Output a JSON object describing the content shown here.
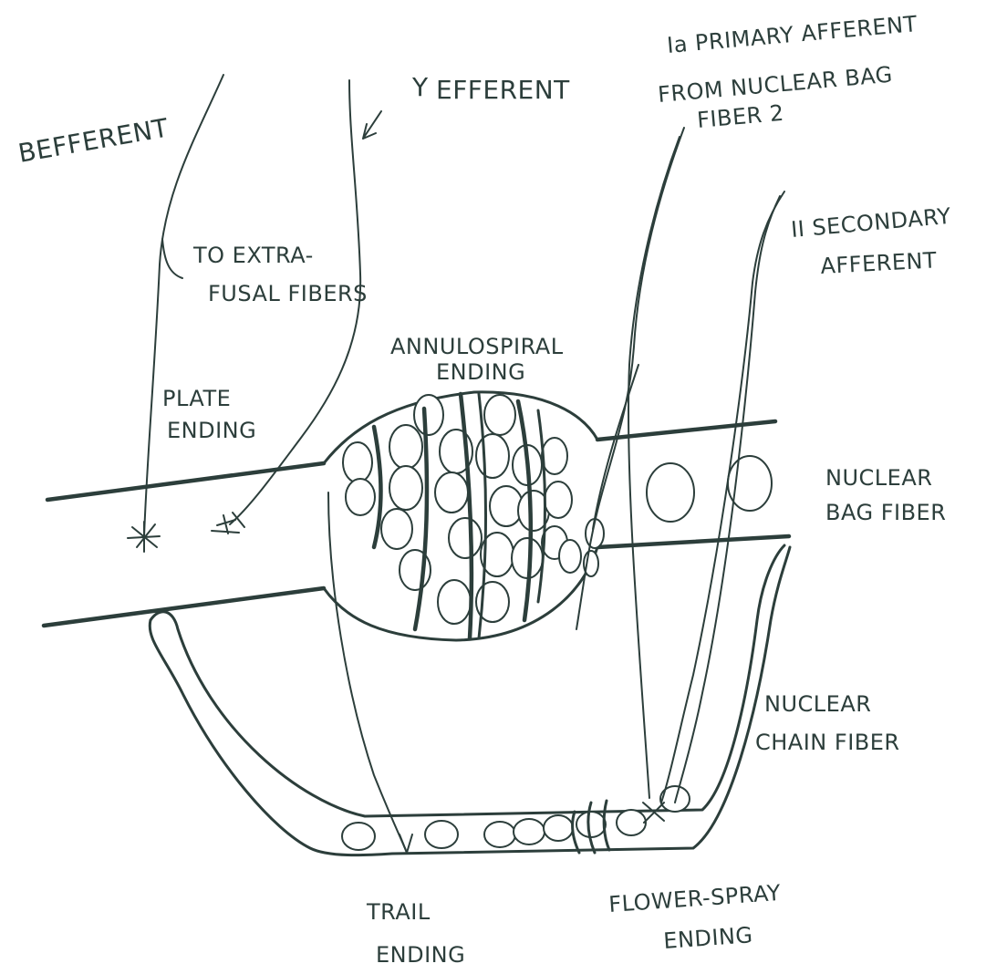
{
  "labels": {
    "beta_efferent": "BEFFERENT",
    "gamma_efferent": "EFFERENT",
    "gamma_symbol": "Y",
    "to_extrafusal_1": "TO EXTRA-",
    "to_extrafusal_2": "FUSAL FIBERS",
    "plate_ending_1": "PLATE",
    "plate_ending_2": "ENDING",
    "annulospiral_1": "ANNULOSPIRAL",
    "annulospiral_2": "ENDING",
    "ia_afferent_1": "Ia PRIMARY AFFERENT",
    "ia_afferent_2": "FROM NUCLEAR BAG",
    "ia_afferent_3": "FIBER 2",
    "secondary_afferent_1": "II SECONDARY",
    "secondary_afferent_2": "AFFERENT",
    "nuclear_bag_1": "NUCLEAR",
    "nuclear_bag_2": "BAG FIBER",
    "nuclear_chain_1": "NUCLEAR",
    "nuclear_chain_2": "CHAIN FIBER",
    "trail_ending_1": "TRAIL",
    "trail_ending_2": "ENDING",
    "flower_spray_1": "FLOWER-SPRAY",
    "flower_spray_2": "ENDING"
  },
  "colors": {
    "ink": "#2c3e3b",
    "background": "#ffffff"
  }
}
